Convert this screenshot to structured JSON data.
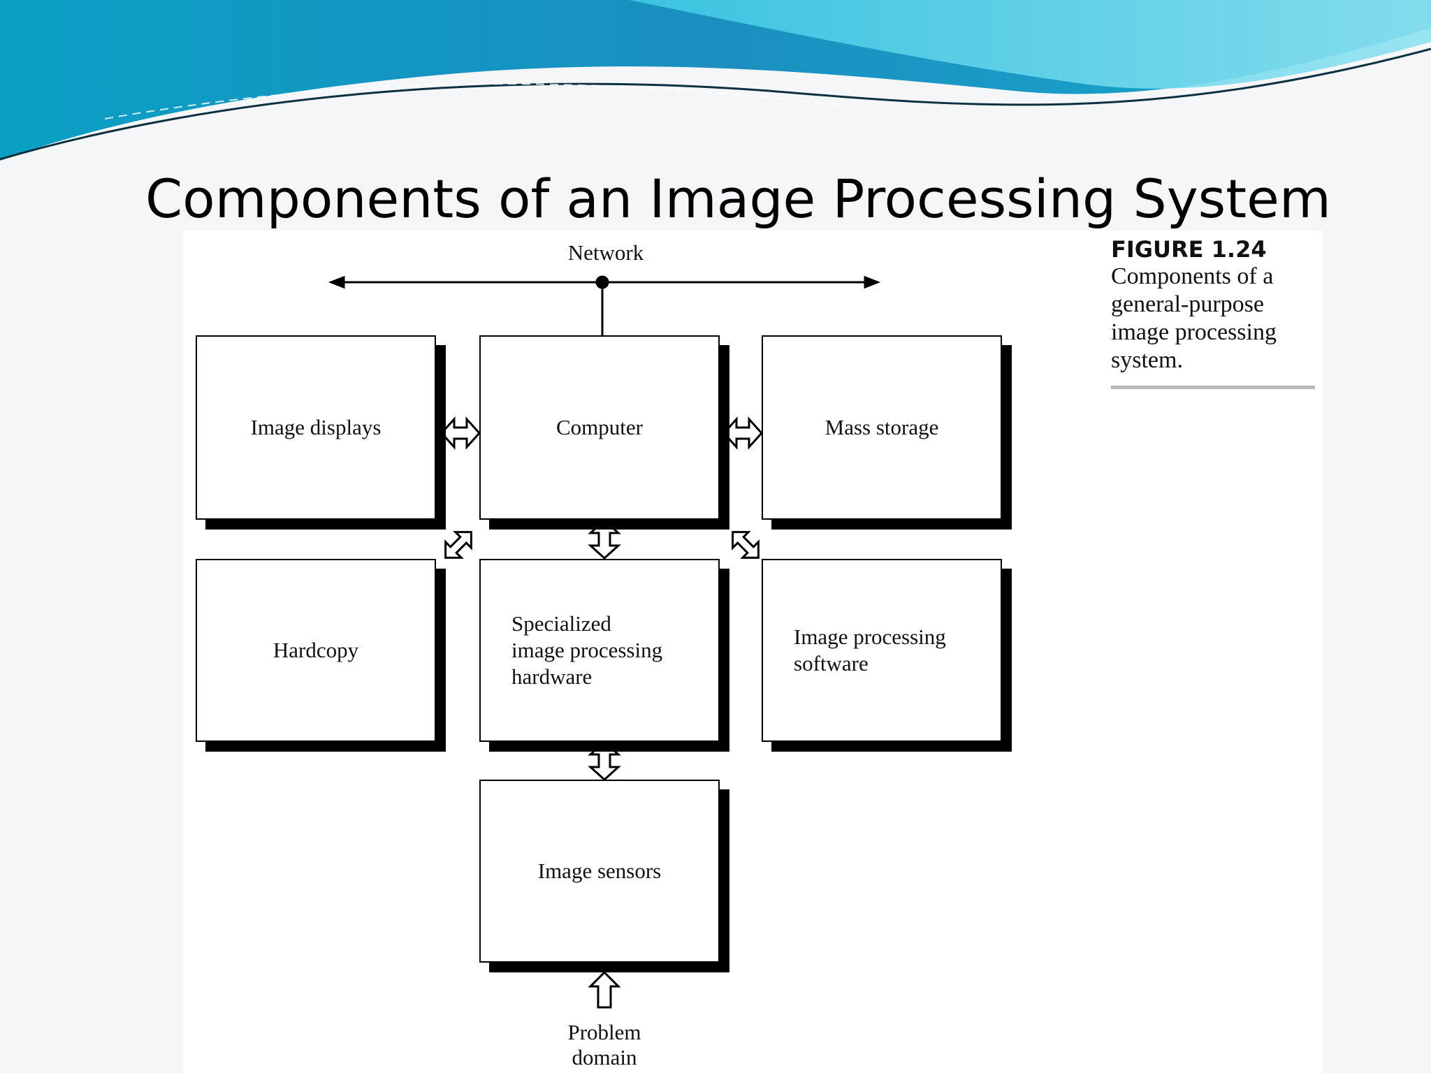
{
  "slide": {
    "title": "Components of an Image Processing System"
  },
  "figure": {
    "caption_label": "FIGURE 1.24",
    "caption_text": "Components of a general-purpose image processing system.",
    "network_label": "Network",
    "problem_domain_label": "Problem\ndomain",
    "components": {
      "image_displays": "Image displays",
      "computer": "Computer",
      "mass_storage": "Mass storage",
      "hardcopy": "Hardcopy",
      "specialized_hardware": "Specialized\nimage processing\nhardware",
      "software": "Image processing\nsoftware",
      "image_sensors": "Image sensors"
    }
  },
  "colors": {
    "banner_teal": "#1aa7c9",
    "banner_light": "#5fd3e8",
    "background": "#f4f6f8"
  }
}
